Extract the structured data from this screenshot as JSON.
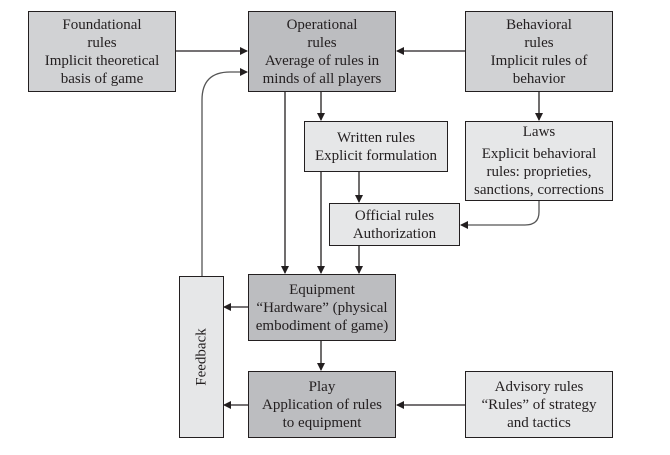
{
  "diagram": {
    "nodes": {
      "foundational": {
        "title": "Foundational",
        "title2": "rules",
        "desc1": "Implicit theoretical",
        "desc2": "basis of game"
      },
      "operational": {
        "title": "Operational",
        "title2": "rules",
        "desc1": "Average of rules in",
        "desc2": "minds of all players"
      },
      "behavioral": {
        "title": "Behavioral",
        "title2": "rules",
        "desc1": "Implicit rules of",
        "desc2": "behavior"
      },
      "written": {
        "title": "Written rules",
        "desc1": "Explicit formulation"
      },
      "laws": {
        "title": "Laws",
        "desc1": "Explicit behavioral",
        "desc2": "rules: proprieties,",
        "desc3": "sanctions, corrections"
      },
      "official": {
        "title": "Official rules",
        "desc1": "Authorization"
      },
      "equipment": {
        "title": "Equipment",
        "desc1": "“Hardware” (physical",
        "desc2": "embodiment of game)"
      },
      "play": {
        "title": "Play",
        "desc1": "Application of rules",
        "desc2": "to equipment"
      },
      "advisory": {
        "title": "Advisory rules",
        "desc1": "“Rules” of strategy",
        "desc2": "and tactics"
      },
      "feedback": {
        "title": "Feedback"
      }
    },
    "edges": [
      {
        "from": "Foundational rules",
        "to": "Operational rules"
      },
      {
        "from": "Behavioral rules",
        "to": "Operational rules"
      },
      {
        "from": "Feedback",
        "to": "Operational rules"
      },
      {
        "from": "Operational rules",
        "to": "Written rules"
      },
      {
        "from": "Operational rules",
        "to": "Equipment"
      },
      {
        "from": "Behavioral rules",
        "to": "Laws"
      },
      {
        "from": "Written rules",
        "to": "Official rules"
      },
      {
        "from": "Written rules",
        "to": "Equipment"
      },
      {
        "from": "Laws",
        "to": "Official rules"
      },
      {
        "from": "Official rules",
        "to": "Equipment"
      },
      {
        "from": "Equipment",
        "to": "Play"
      },
      {
        "from": "Equipment",
        "to": "Feedback"
      },
      {
        "from": "Play",
        "to": "Feedback"
      },
      {
        "from": "Advisory rules",
        "to": "Play"
      }
    ],
    "colors": {
      "line": "#231f20",
      "box_mid": "#d1d2d4",
      "box_dark": "#bcbdc0",
      "box_light": "#e6e7e8"
    }
  }
}
